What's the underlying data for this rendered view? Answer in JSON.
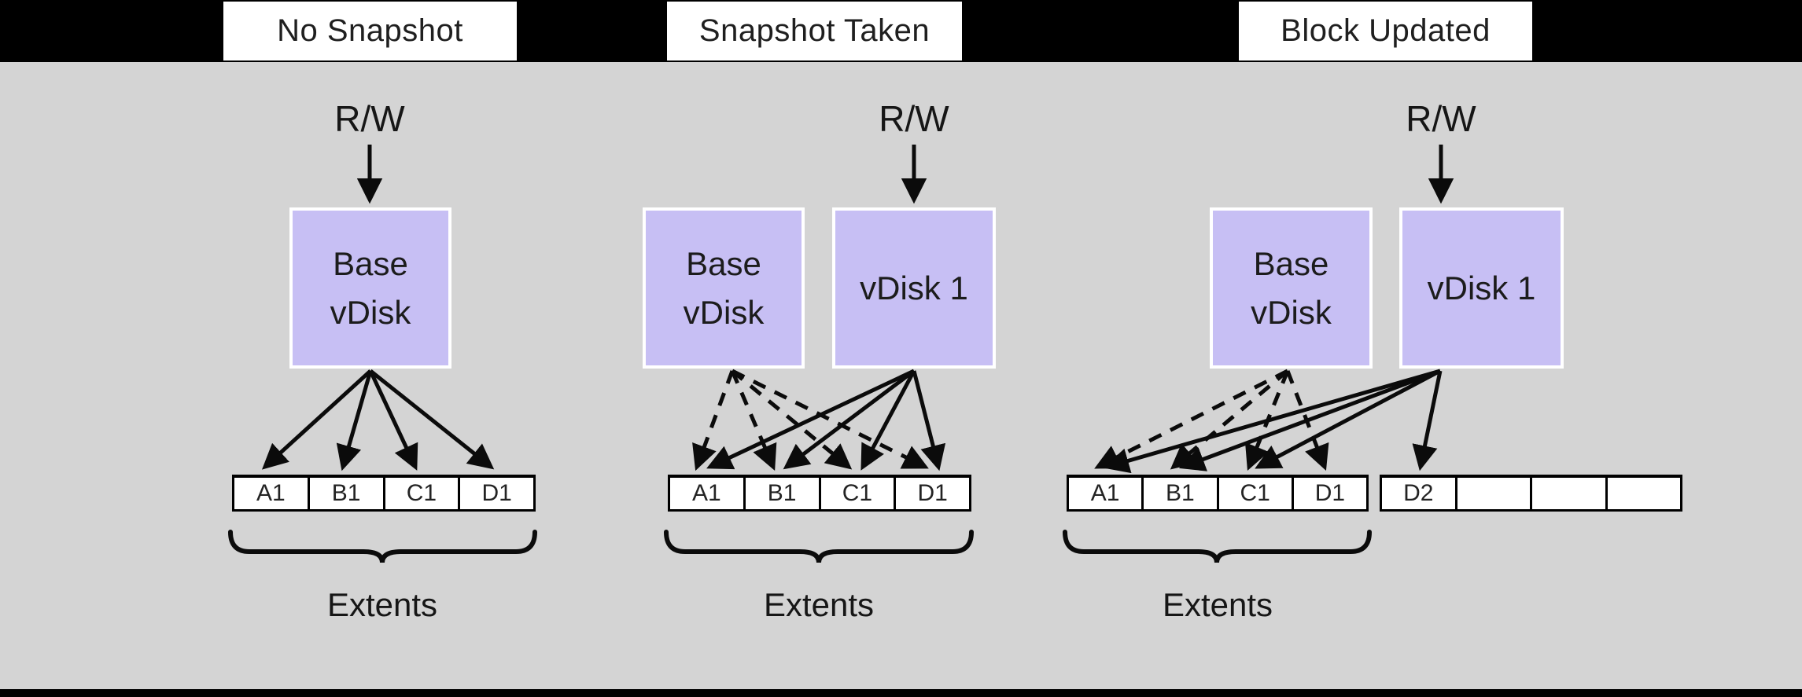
{
  "colors": {
    "background": "#d4d4d4",
    "top_bar": "#000000",
    "bottom_bar": "#000000",
    "title_bg": "#ffffff",
    "vdisk_fill": "#c7bff4",
    "vdisk_border": "#ffffff",
    "extent_cell_fill": "#ffffff",
    "line_color": "#0b0b0b"
  },
  "titles": [
    {
      "label": "No Snapshot"
    },
    {
      "label": "Snapshot Taken"
    },
    {
      "label": "Block Updated"
    }
  ],
  "panels": [
    {
      "title": "No Snapshot",
      "rw_label": "R/W",
      "boxes": [
        {
          "line1": "Base",
          "line2": "vDisk"
        }
      ],
      "extents": {
        "cells": [
          "A1",
          "B1",
          "C1",
          "D1"
        ]
      },
      "brace_label": "Extents",
      "links": [
        {
          "from": "Base vDisk",
          "style": "solid",
          "targets": [
            "A1",
            "B1",
            "C1",
            "D1"
          ]
        }
      ]
    },
    {
      "title": "Snapshot Taken",
      "rw_label": "R/W",
      "boxes": [
        {
          "line1": "Base",
          "line2": "vDisk"
        },
        {
          "line1": "vDisk 1"
        }
      ],
      "extents": {
        "cells": [
          "A1",
          "B1",
          "C1",
          "D1"
        ]
      },
      "brace_label": "Extents",
      "links": [
        {
          "from": "Base vDisk",
          "style": "dashed",
          "targets": [
            "A1",
            "B1",
            "C1",
            "D1"
          ]
        },
        {
          "from": "vDisk 1",
          "style": "solid",
          "targets": [
            "A1",
            "B1",
            "C1",
            "D1"
          ]
        }
      ]
    },
    {
      "title": "Block Updated",
      "rw_label": "R/W",
      "boxes": [
        {
          "line1": "Base",
          "line2": "vDisk"
        },
        {
          "line1": "vDisk 1"
        }
      ],
      "extents": {
        "cells": [
          "A1",
          "B1",
          "C1",
          "D1"
        ]
      },
      "extents2": {
        "cells": [
          "D2",
          "",
          "",
          ""
        ]
      },
      "brace_label": "Extents",
      "links": [
        {
          "from": "Base vDisk",
          "style": "dashed",
          "targets": [
            "A1",
            "B1",
            "C1",
            "D1"
          ]
        },
        {
          "from": "vDisk 1",
          "style": "solid",
          "targets": [
            "A1",
            "B1",
            "C1",
            "D2"
          ]
        }
      ]
    }
  ]
}
